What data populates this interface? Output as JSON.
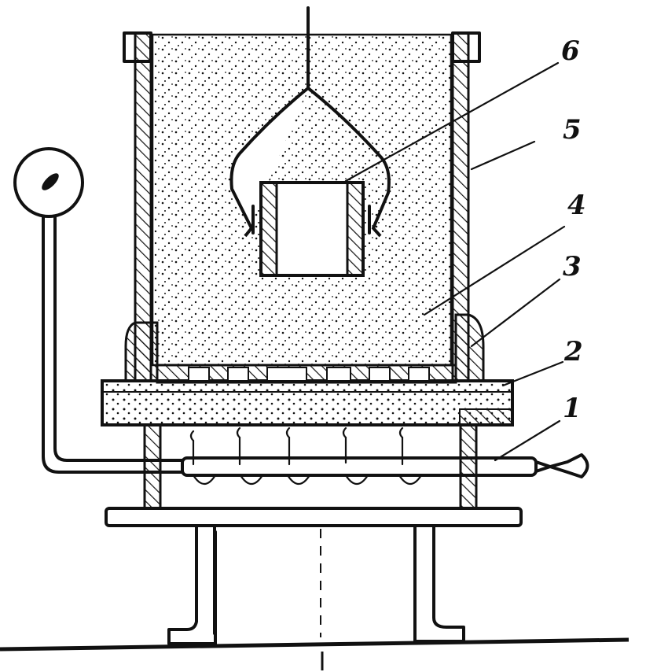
{
  "labels": [
    {
      "id": "1",
      "text": "1"
    },
    {
      "id": "2",
      "text": "2"
    },
    {
      "id": "3",
      "text": "3"
    },
    {
      "id": "4",
      "text": "4"
    },
    {
      "id": "5",
      "text": "5"
    },
    {
      "id": "6",
      "text": "6"
    }
  ],
  "colors": {
    "ink": "#111111",
    "paper": "#ffffff"
  }
}
